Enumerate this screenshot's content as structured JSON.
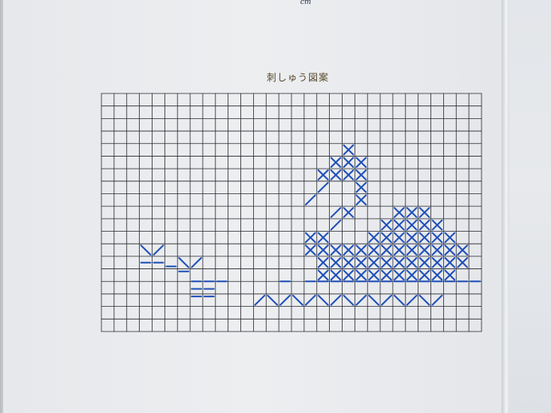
{
  "page": {
    "corner_mark": "cm",
    "title": "刺しゅう図案"
  },
  "pattern": {
    "grid_color": "#2a2a30",
    "stitch_color": "#1f4fb8",
    "cols": 30,
    "rows": 19
  }
}
